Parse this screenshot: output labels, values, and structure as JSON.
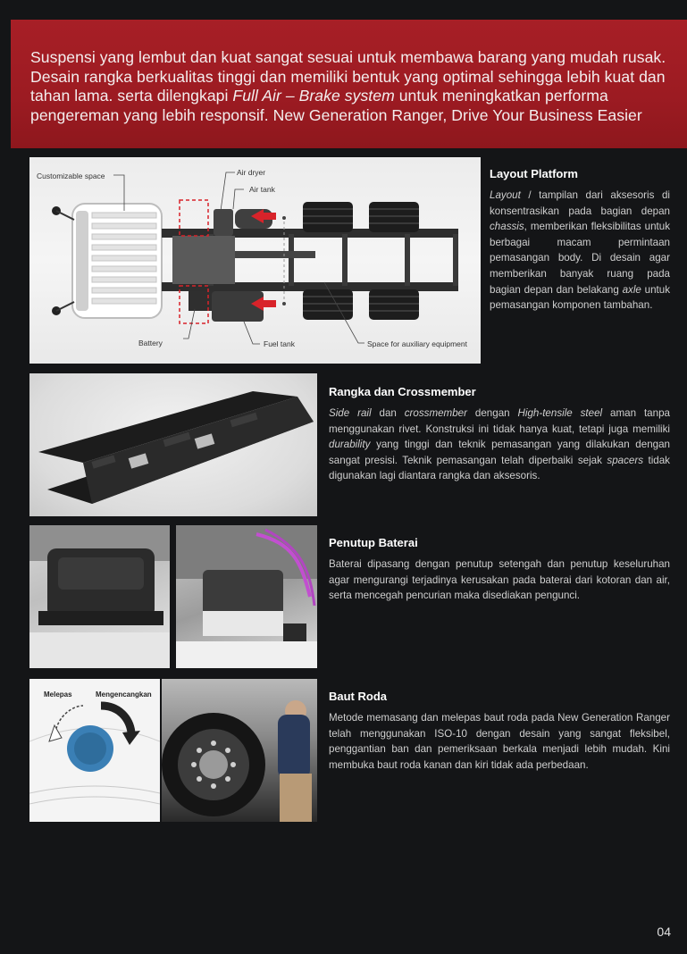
{
  "intro": {
    "part1": "Suspensi yang lembut dan kuat sangat sesuai untuk membawa barang yang mudah rusak. Desain rangka berkualitas tinggi dan memiliki bentuk yang optimal sehingga lebih kuat dan tahan lama. serta dilengkapi ",
    "part2_italic": "Full Air – Brake system",
    "part3": " untuk meningkatkan performa pengereman yang lebih responsif. New Generation Ranger, Drive Your Business Easier"
  },
  "chassis_diagram": {
    "labels": {
      "customizable_space": "Customizable space",
      "air_dryer": "Air dryer",
      "air_tank": "Air tank",
      "battery": "Battery",
      "fuel_tank": "Fuel tank",
      "auxiliary": "Space for auxiliary equipment"
    },
    "accent_color": "#d8232a"
  },
  "layout_platform": {
    "title": "Layout Platform",
    "s1_italic": "Layout",
    "s2": " / tampilan dari aksesoris di konsentrasikan pada bagian depan ",
    "s3_italic": "chassis",
    "s4": ", memberikan fleksibilitas untuk berbagai macam permintaan pemasangan body. Di desain agar memberikan banyak ruang pada bagian depan dan belakang ",
    "s5_italic": "axle",
    "s6": " untuk pemasangan komponen tambahan."
  },
  "rangka": {
    "title": "Rangka dan Crossmember",
    "s1_italic": "Side rail",
    "s2": " dan ",
    "s3_italic": "crossmember",
    "s4": " dengan ",
    "s5_italic": "High-tensile steel",
    "s6": " aman tanpa menggunakan rivet. Konstruksi ini tidak hanya kuat, tetapi juga memiliki ",
    "s7_italic": "durability",
    "s8": " yang tinggi dan teknik pemasangan yang dilakukan dengan sangat presisi. Teknik pemasangan telah diperbaiki sejak ",
    "s9_italic": "spacers",
    "s10": " tidak digunakan lagi diantara rangka dan aksesoris."
  },
  "penutup": {
    "title": "Penutup Baterai",
    "body": "Baterai dipasang dengan penutup setengah dan penutup keseluruhan agar mengurangi terjadinya kerusakan pada baterai dari kotoran dan air, serta mencegah pencurian maka disediakan pengunci."
  },
  "baut": {
    "title": "Baut Roda",
    "body": "Metode memasang dan melepas baut roda pada New Generation Ranger telah menggunakan ISO-10 dengan desain yang sangat fleksibel, penggantian ban dan pemeriksaan berkala menjadi lebih mudah. Kini membuka baut roda kanan dan kiri tidak ada perbedaan.",
    "diagram": {
      "release": "Melepas",
      "tighten": "Mengencangkan"
    }
  },
  "page_number": "04"
}
